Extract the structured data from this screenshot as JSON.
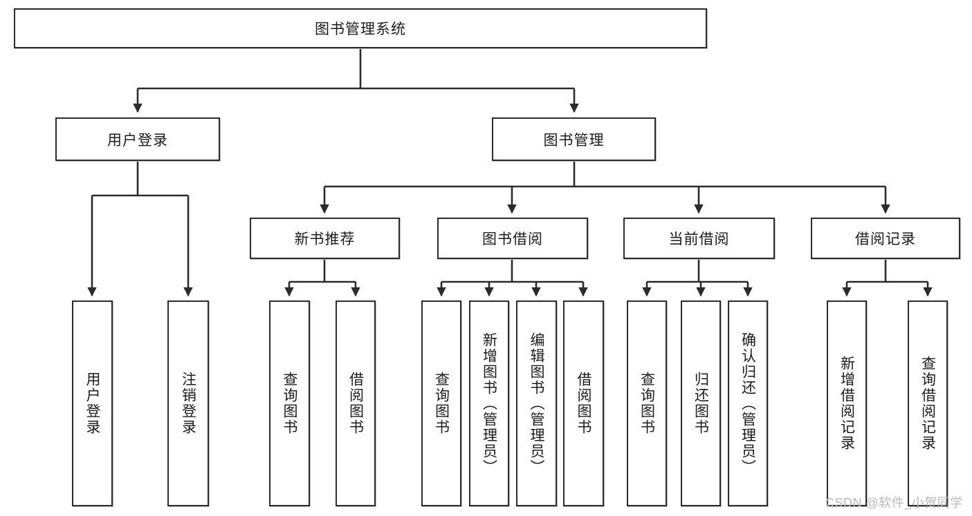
{
  "diagram": {
    "title": "图书管理系统",
    "watermark": "CSDN @软件_小贺同学",
    "colors": {
      "stroke": "#2b2b2b",
      "fill": "#ffffff",
      "text": "#1b1b1b",
      "watermark": "#b9b9b9"
    },
    "root": {
      "label": "图书管理系统"
    },
    "level2": [
      {
        "key": "user-login",
        "label": "用户登录"
      },
      {
        "key": "book-management",
        "label": "图书管理"
      }
    ],
    "level3": [
      {
        "key": "new-book-recommend",
        "label": "新书推荐"
      },
      {
        "key": "book-borrow",
        "label": "图书借阅"
      },
      {
        "key": "current-borrow",
        "label": "当前借阅"
      },
      {
        "key": "borrow-record",
        "label": "借阅记录"
      }
    ],
    "leaves": {
      "user_login": [
        {
          "key": "user-login-leaf",
          "label": "用户登录"
        },
        {
          "key": "logout-leaf",
          "label": "注销登录"
        }
      ],
      "new_book_recommend": [
        {
          "key": "query-book-1",
          "label": "查询图书"
        },
        {
          "key": "borrow-book-1",
          "label": "借阅图书"
        }
      ],
      "book_borrow": [
        {
          "key": "query-book-2",
          "label": "查询图书"
        },
        {
          "key": "add-book",
          "label": "新增图书（管理员）"
        },
        {
          "key": "edit-book",
          "label": "编辑图书（管理员）"
        },
        {
          "key": "borrow-book-2",
          "label": "借阅图书"
        }
      ],
      "current_borrow": [
        {
          "key": "query-book-3",
          "label": "查询图书"
        },
        {
          "key": "return-book",
          "label": "归还图书"
        },
        {
          "key": "confirm-return",
          "label": "确认归还（管理员）"
        }
      ],
      "borrow_record": [
        {
          "key": "add-borrow-record",
          "label": "新增借阅记录"
        },
        {
          "key": "query-borrow-record",
          "label": "查询借阅记录"
        }
      ]
    }
  }
}
